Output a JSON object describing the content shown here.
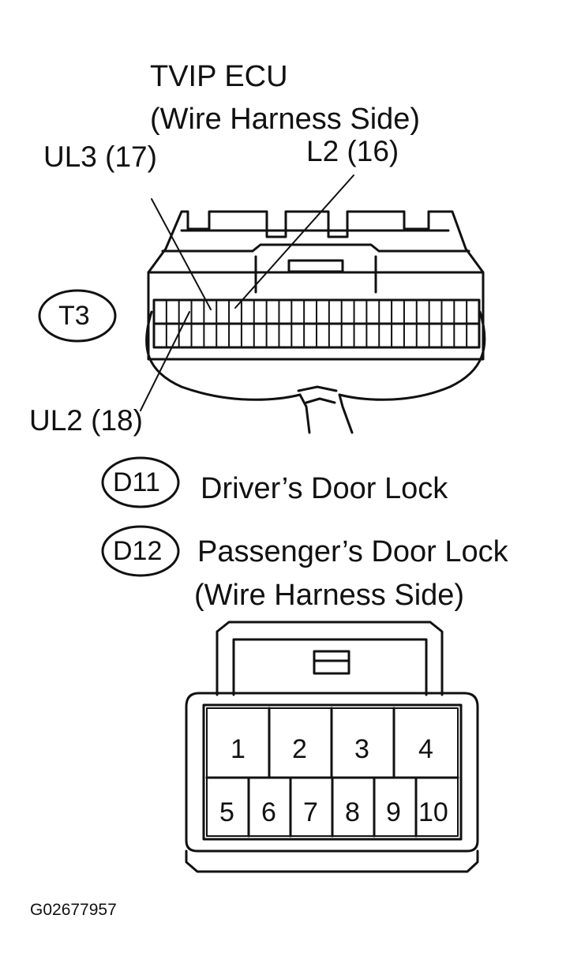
{
  "ecu": {
    "title": "TVIP ECU",
    "subtitle": "(Wire Harness Side)",
    "pins": {
      "ul3": "UL3 (17)",
      "l2": "L2 (16)",
      "ul2": "UL2 (18)"
    },
    "connector_code": "T3"
  },
  "door": {
    "codes": [
      "D11",
      "D12"
    ],
    "labels": [
      "Driver’s Door Lock",
      "Passenger’s Door Lock"
    ],
    "subtitle": "(Wire Harness Side)",
    "pins_top": [
      "1",
      "2",
      "3",
      "4"
    ],
    "pins_bottom": [
      "5",
      "6",
      "7",
      "8",
      "9",
      "10"
    ]
  },
  "figure_code": "G02677957"
}
